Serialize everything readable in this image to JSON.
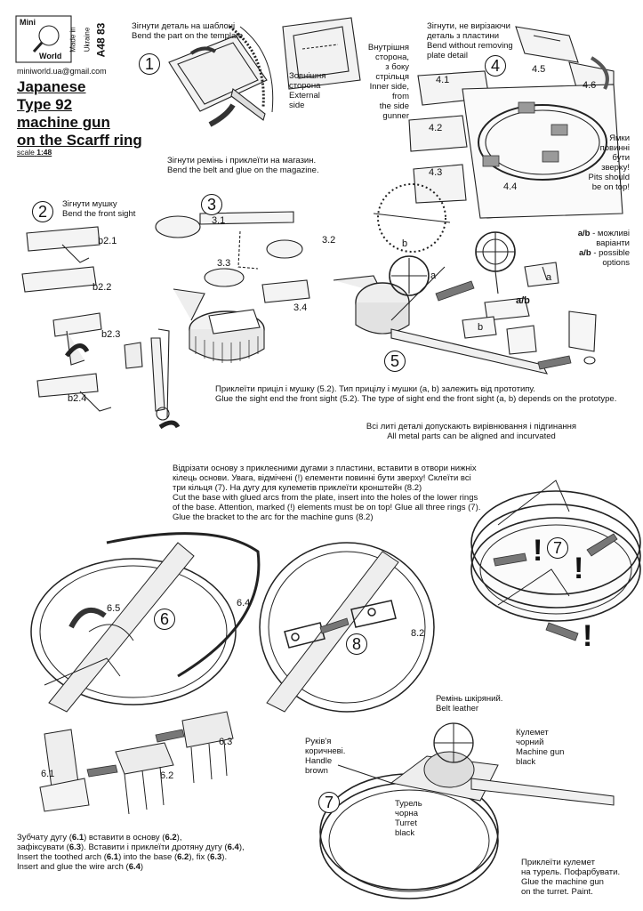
{
  "brand": {
    "logo_top": "Mini",
    "logo_bottom": "World",
    "made_in_1": "Made in",
    "made_in_2": "Ukraine",
    "code": "A48 83",
    "email": "miniworld.ua@gmail.com"
  },
  "title": {
    "line1": "Japanese",
    "line2": "Type 92",
    "line3": "machine gun",
    "line4": "on the Scarff ring",
    "scale_label": "scale",
    "scale_value": "1:48"
  },
  "step1": {
    "number": "1",
    "text_ua": "Зігнути деталь на шаблоні",
    "text_en": "Bend the part on the template",
    "outer_ua_1": "Зовнішня",
    "outer_ua_2": "сторона",
    "outer_en_1": "External",
    "outer_en_2": "side",
    "inner_ua_1": "Внутрішня",
    "inner_ua_2": "сторона,",
    "inner_ua_3": "з боку",
    "inner_ua_4": "стрільця",
    "inner_en_1": "Inner side,",
    "inner_en_2": "from",
    "inner_en_3": "the side",
    "inner_en_4": "gunner"
  },
  "step4": {
    "number": "4",
    "text_ua_1": "Зігнути, не вирізаючи",
    "text_ua_2": "деталь з пластини",
    "text_en_1": "Bend without removing",
    "text_en_2": "plate detail",
    "parts": [
      "4.1",
      "4.2",
      "4.3",
      "4.4",
      "4.5",
      "4.6"
    ],
    "pits_ua_1": "Ямки",
    "pits_ua_2": "повинні",
    "pits_ua_3": "бути",
    "pits_ua_4": "зверху!",
    "pits_en_1": "Pits should",
    "pits_en_2": "be on top!"
  },
  "belt_note": {
    "ua": "Зігнути ремінь і приклеїти на магазин.",
    "en": "Bend the belt and glue on the magazine."
  },
  "step2": {
    "number": "2",
    "text_ua": "Зігнути  мушку",
    "text_en": "Bend the front sight",
    "parts": [
      "b2.1",
      "b2.2",
      "b2.3",
      "b2.4"
    ]
  },
  "step3": {
    "number": "3",
    "parts": [
      "3.1",
      "3.2",
      "3.3",
      "3.4"
    ]
  },
  "options": {
    "ab": "a/b",
    "ua_suffix_1": " - можливі",
    "ua_2": "варіанти",
    "en_suffix_1": " - possible",
    "en_2": "options",
    "label_a": "a",
    "label_b": "b",
    "label_ab": "a/b"
  },
  "step5": {
    "number": "5",
    "text_ua": "Приклеїти приціл і мушку (5.2). Тип прицілу і мушки (a, b) залежить від прототипу.",
    "text_en": "Glue the sight end the front sight (5.2). The type of sight end the front sight (a, b) depends on the prototype."
  },
  "metal_note": {
    "ua": "Всі литі деталі допускають вирівнювання і підгинання",
    "en": "All metal parts can be aligned and incurvated"
  },
  "base_note": {
    "ua_1": "Відрізати основу з приклеєними дугами з пластини, вставити в отвори нижніх",
    "ua_2": "кілець основи. Увага, відмічені (!) елементи повинні бути зверху! Склеїти всі",
    "ua_3": "три кільця (7). На дугу для кулеметів приклеїти кронштейн (8.2)",
    "en_1": "Cut the base with glued arcs from the plate, insert into the holes of the lower rings",
    "en_2": "of the base. Attention, marked (!) elements must be on top! Glue all three rings (7).",
    "en_3": "Glue the bracket to the arc for the machine guns (8.2)"
  },
  "step6": {
    "number": "6",
    "parts": [
      "6.1",
      "6.2",
      "6.3",
      "6.4",
      "6.5"
    ]
  },
  "step7": {
    "number": "7",
    "exclaim": "!"
  },
  "step8": {
    "number": "8",
    "part": "8.2"
  },
  "arch_note": {
    "ua_1": "Зубчату дугу (6.1) вставити в основу (6.2),",
    "ua_2": "зафіксувати (6.3). Вставити і приклеїти дротяну дугу (6.4),",
    "en_1": "Insert the toothed arch (6.1) into the base (6.2), fix (6.3).",
    "en_2": "Insert and glue the wire arch (6.4)"
  },
  "final": {
    "number": "7",
    "belt_ua": "Ремінь шкіряний.",
    "belt_en": "Belt leather",
    "handle_ua_1": "Руків'я",
    "handle_ua_2": "коричневі.",
    "handle_en_1": "Handle",
    "handle_en_2": "brown",
    "mg_ua_1": "Кулемет",
    "mg_ua_2": "чорний",
    "mg_en_1": "Machine gun",
    "mg_en_2": "black",
    "turret_ua_1": "Турель",
    "turret_ua_2": "чорна",
    "turret_en_1": "Turret",
    "turret_en_2": "black",
    "glue_ua_1": "Приклеїти кулемет",
    "glue_ua_2": "на турель. Пофарбувати.",
    "glue_en_1": "Glue the machine gun",
    "glue_en_2": "on the turret. Paint."
  }
}
